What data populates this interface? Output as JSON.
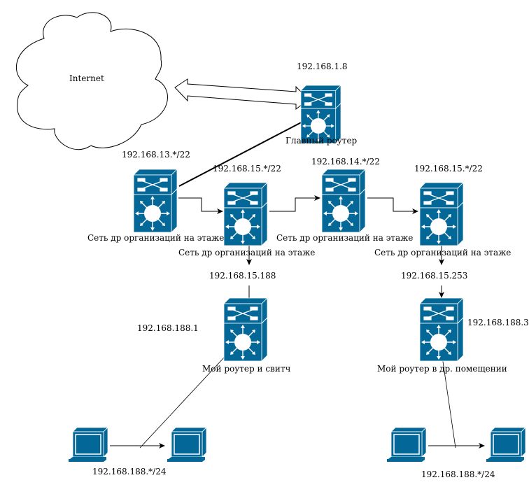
{
  "diagram": {
    "colors": {
      "device_fill": "#036897",
      "device_face": "#ffffff",
      "line": "#000000"
    },
    "cloud": {
      "label": "Internet",
      "icon": "cloud-icon"
    },
    "nodes": [
      {
        "id": "main-router",
        "kind": "layer3-switch",
        "name": "Главный роутер",
        "ip": "192.168.1.8"
      },
      {
        "id": "floor-net-13",
        "kind": "layer3-switch",
        "name": "Сеть др организаций на этаже",
        "ip": "192.168.13.*/22"
      },
      {
        "id": "floor-net-15a",
        "kind": "layer3-switch",
        "name": "Сеть др организаций на этаже",
        "ip": "192.168.15.*/22"
      },
      {
        "id": "floor-net-14",
        "kind": "layer3-switch",
        "name": "Сеть др организаций на этаже",
        "ip": "192.168.14.*/22"
      },
      {
        "id": "floor-net-15b",
        "kind": "layer3-switch",
        "name": "Сеть др организаций на этаже",
        "ip": "192.168.15.*/22"
      },
      {
        "id": "my-router",
        "kind": "layer3-switch",
        "name": "Мой роутер и свитч",
        "uplink_ip": "192.168.15.188",
        "lan_ip": "192.168.188.1"
      },
      {
        "id": "my-router-2",
        "kind": "layer3-switch",
        "name": "Мой роутер в др. помещении",
        "uplink_ip": "192.168.15.253",
        "lan_ip": "192.168.188.3"
      }
    ],
    "pcs": [
      {
        "id": "pc-left-1",
        "kind": "workstation"
      },
      {
        "id": "pc-left-2",
        "kind": "workstation"
      },
      {
        "id": "pc-right-1",
        "kind": "workstation"
      },
      {
        "id": "pc-right-2",
        "kind": "workstation"
      }
    ],
    "subnets": [
      {
        "id": "lan-left",
        "label": "192.168.188.*/24"
      },
      {
        "id": "lan-right",
        "label": "192.168.188.*/24"
      }
    ],
    "edges": [
      {
        "from": "internet",
        "to": "main-router",
        "style": "double-arrow"
      },
      {
        "from": "floor-net-13",
        "to": "main-router",
        "style": "thick-line"
      },
      {
        "from": "floor-net-13",
        "to": "floor-net-15a",
        "style": "orthogonal-arrow"
      },
      {
        "from": "floor-net-15a",
        "to": "floor-net-14",
        "style": "orthogonal-arrow"
      },
      {
        "from": "floor-net-14",
        "to": "floor-net-15b",
        "style": "orthogonal-arrow"
      },
      {
        "from": "floor-net-15a",
        "to": "my-router",
        "style": "arrow"
      },
      {
        "from": "floor-net-15b",
        "to": "my-router-2",
        "style": "arrow"
      },
      {
        "from": "pc-left-1",
        "to": "pc-left-2",
        "style": "arrow"
      },
      {
        "from": "my-router",
        "to": "lan-left",
        "style": "line"
      },
      {
        "from": "pc-right-1",
        "to": "pc-right-2",
        "style": "arrow"
      },
      {
        "from": "my-router-2",
        "to": "lan-right",
        "style": "line"
      }
    ]
  }
}
